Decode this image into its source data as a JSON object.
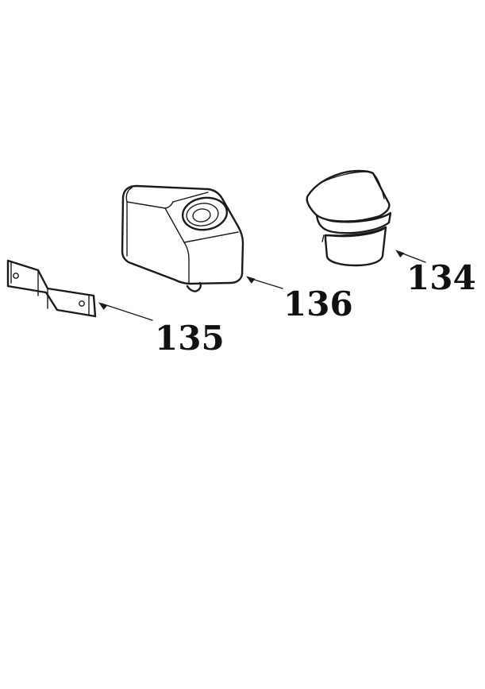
{
  "parts": [
    {
      "number": "134",
      "name": "elbow-pipe"
    },
    {
      "number": "135",
      "name": "mounting-bracket"
    },
    {
      "number": "136",
      "name": "box-housing"
    }
  ],
  "colors": {
    "ink": "#1a1a1a",
    "background": "#ffffff"
  }
}
